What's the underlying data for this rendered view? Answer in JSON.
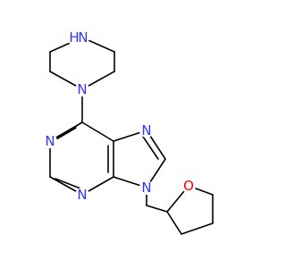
{
  "structure": {
    "colors": {
      "carbon_bond": "#000000",
      "nitrogen": "#3333ff",
      "oxygen": "#ff0000",
      "background": "#ffffff"
    },
    "atoms": {
      "piperazine_nh": "H",
      "piperazine_nh_n": "N",
      "piperazine_n_attached": "N",
      "purine_n1": "N",
      "purine_n3": "N",
      "purine_n7": "N",
      "purine_n9": "N",
      "thf_oxygen": "O"
    }
  }
}
